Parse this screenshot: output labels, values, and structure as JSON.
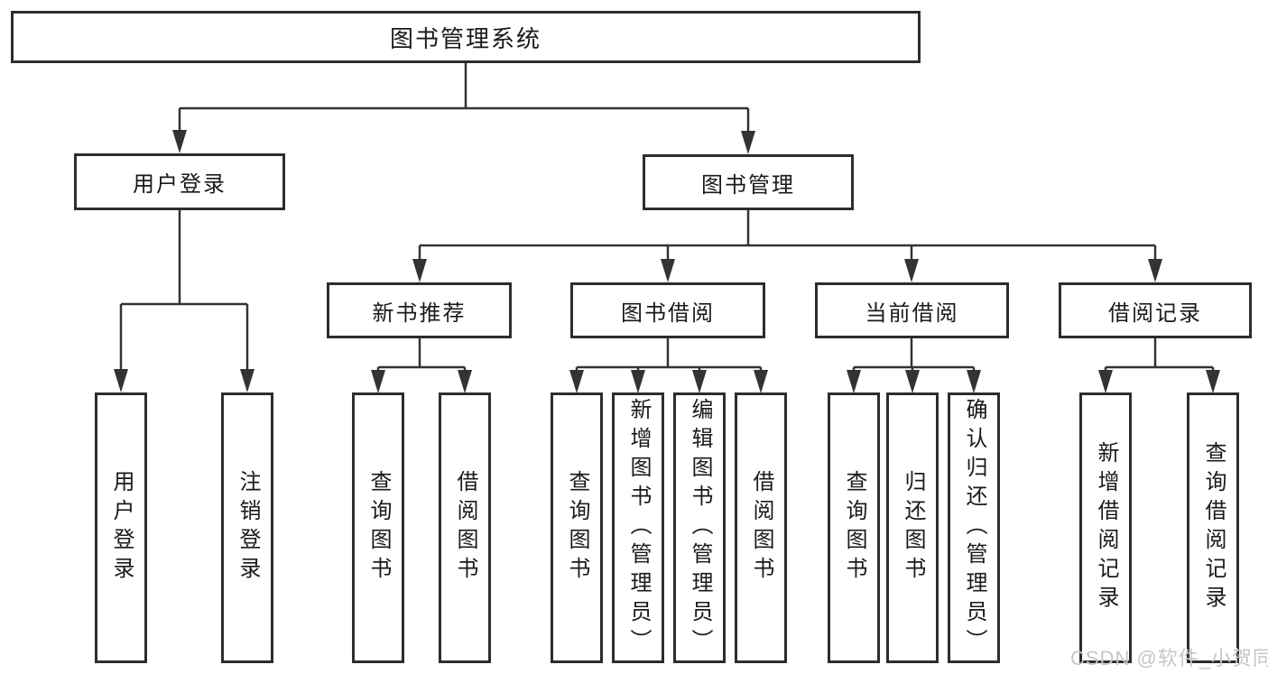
{
  "root": {
    "label": "图书管理系统"
  },
  "branches": [
    {
      "label": "用户登录",
      "children": [
        {
          "label": "用户登录"
        },
        {
          "label": "注销登录"
        }
      ]
    },
    {
      "label": "图书管理",
      "children": [
        {
          "label": "新书推荐",
          "children": [
            {
              "label": "查询图书"
            },
            {
              "label": "借阅图书"
            }
          ]
        },
        {
          "label": "图书借阅",
          "children": [
            {
              "label": "查询图书"
            },
            {
              "label": "新增图书（管理员）"
            },
            {
              "label": "编辑图书（管理员）"
            },
            {
              "label": "借阅图书"
            }
          ]
        },
        {
          "label": "当前借阅",
          "children": [
            {
              "label": "查询图书"
            },
            {
              "label": "归还图书"
            },
            {
              "label": "确认归还（管理员）"
            }
          ]
        },
        {
          "label": "借阅记录",
          "children": [
            {
              "label": "新增借阅记录"
            },
            {
              "label": "查询借阅记录"
            }
          ]
        }
      ]
    }
  ],
  "watermark": {
    "text": "CSDN @软件_小贺同学"
  },
  "colors": {
    "line": "#333333",
    "border": "#2d2d2d",
    "box_bg": "#ffffff",
    "text": "#1a1a1a",
    "watermark": "#c6c6c6",
    "page_bg": "#ffffff"
  }
}
